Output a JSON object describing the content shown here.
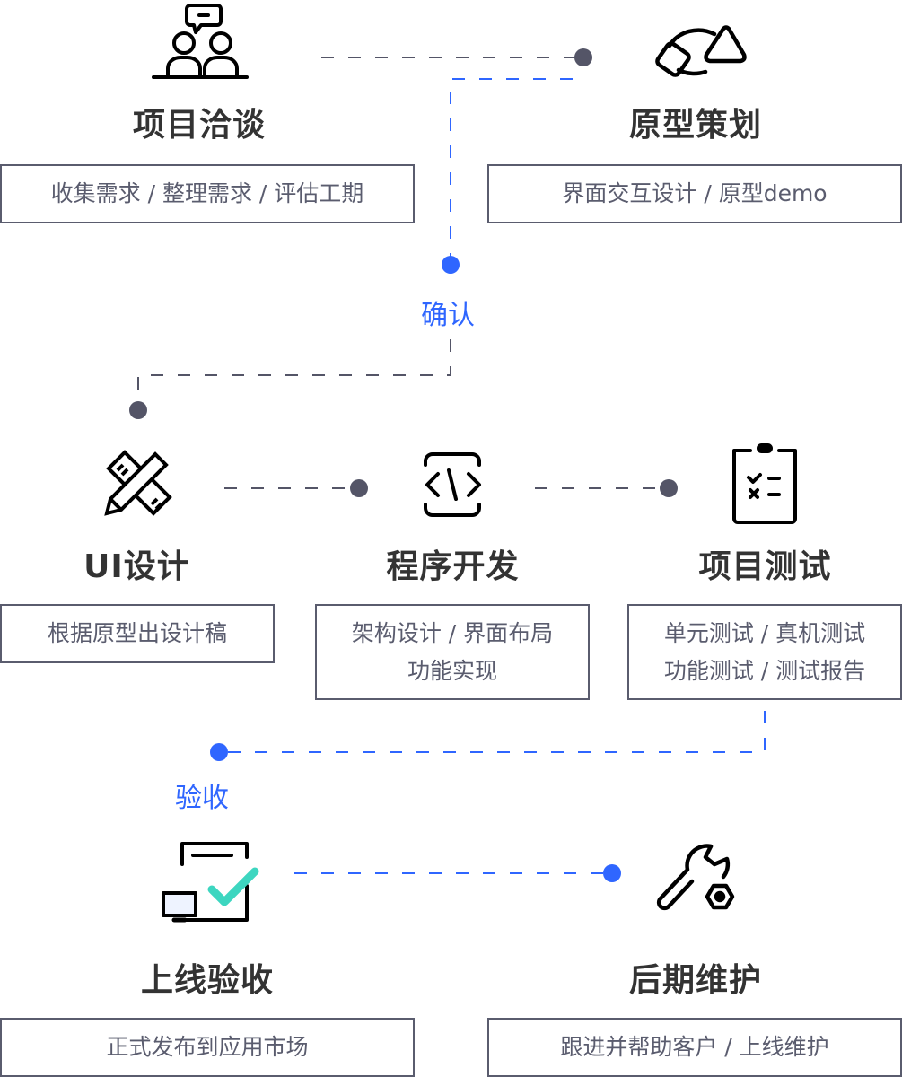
{
  "colors": {
    "accent": "#2f66ff",
    "connector_gray": "#545567",
    "title_text": "#333333",
    "box_text": "#5a5c6e",
    "check_teal": "#3dd6c0"
  },
  "steps": [
    {
      "id": "negotiation",
      "icon": "meeting-people-icon",
      "title": "项目洽谈",
      "desc": [
        "收集需求 / 整理需求 / 评估工期"
      ]
    },
    {
      "id": "prototype",
      "icon": "shapes-icon",
      "title": "原型策划",
      "desc": [
        "界面交互设计 / 原型demo"
      ]
    },
    {
      "id": "ui-design",
      "icon": "pencil-ruler-icon",
      "title": "UI设计",
      "desc": [
        "根据原型出设计稿"
      ]
    },
    {
      "id": "development",
      "icon": "code-icon",
      "title": "程序开发",
      "desc": [
        "架构设计 / 界面布局",
        "功能实现"
      ]
    },
    {
      "id": "testing",
      "icon": "checklist-clipboard-icon",
      "title": "项目测试",
      "desc": [
        "单元测试 / 真机测试",
        "功能测试 / 测试报告"
      ]
    },
    {
      "id": "launch",
      "icon": "document-check-monitor-icon",
      "title": "上线验收",
      "desc": [
        "正式发布到应用市场"
      ]
    },
    {
      "id": "maintenance",
      "icon": "wrench-nut-icon",
      "title": "后期维护",
      "desc": [
        "跟进并帮助客户 / 上线维护"
      ]
    }
  ],
  "phases": [
    {
      "label": "确认"
    },
    {
      "label": "验收"
    }
  ]
}
